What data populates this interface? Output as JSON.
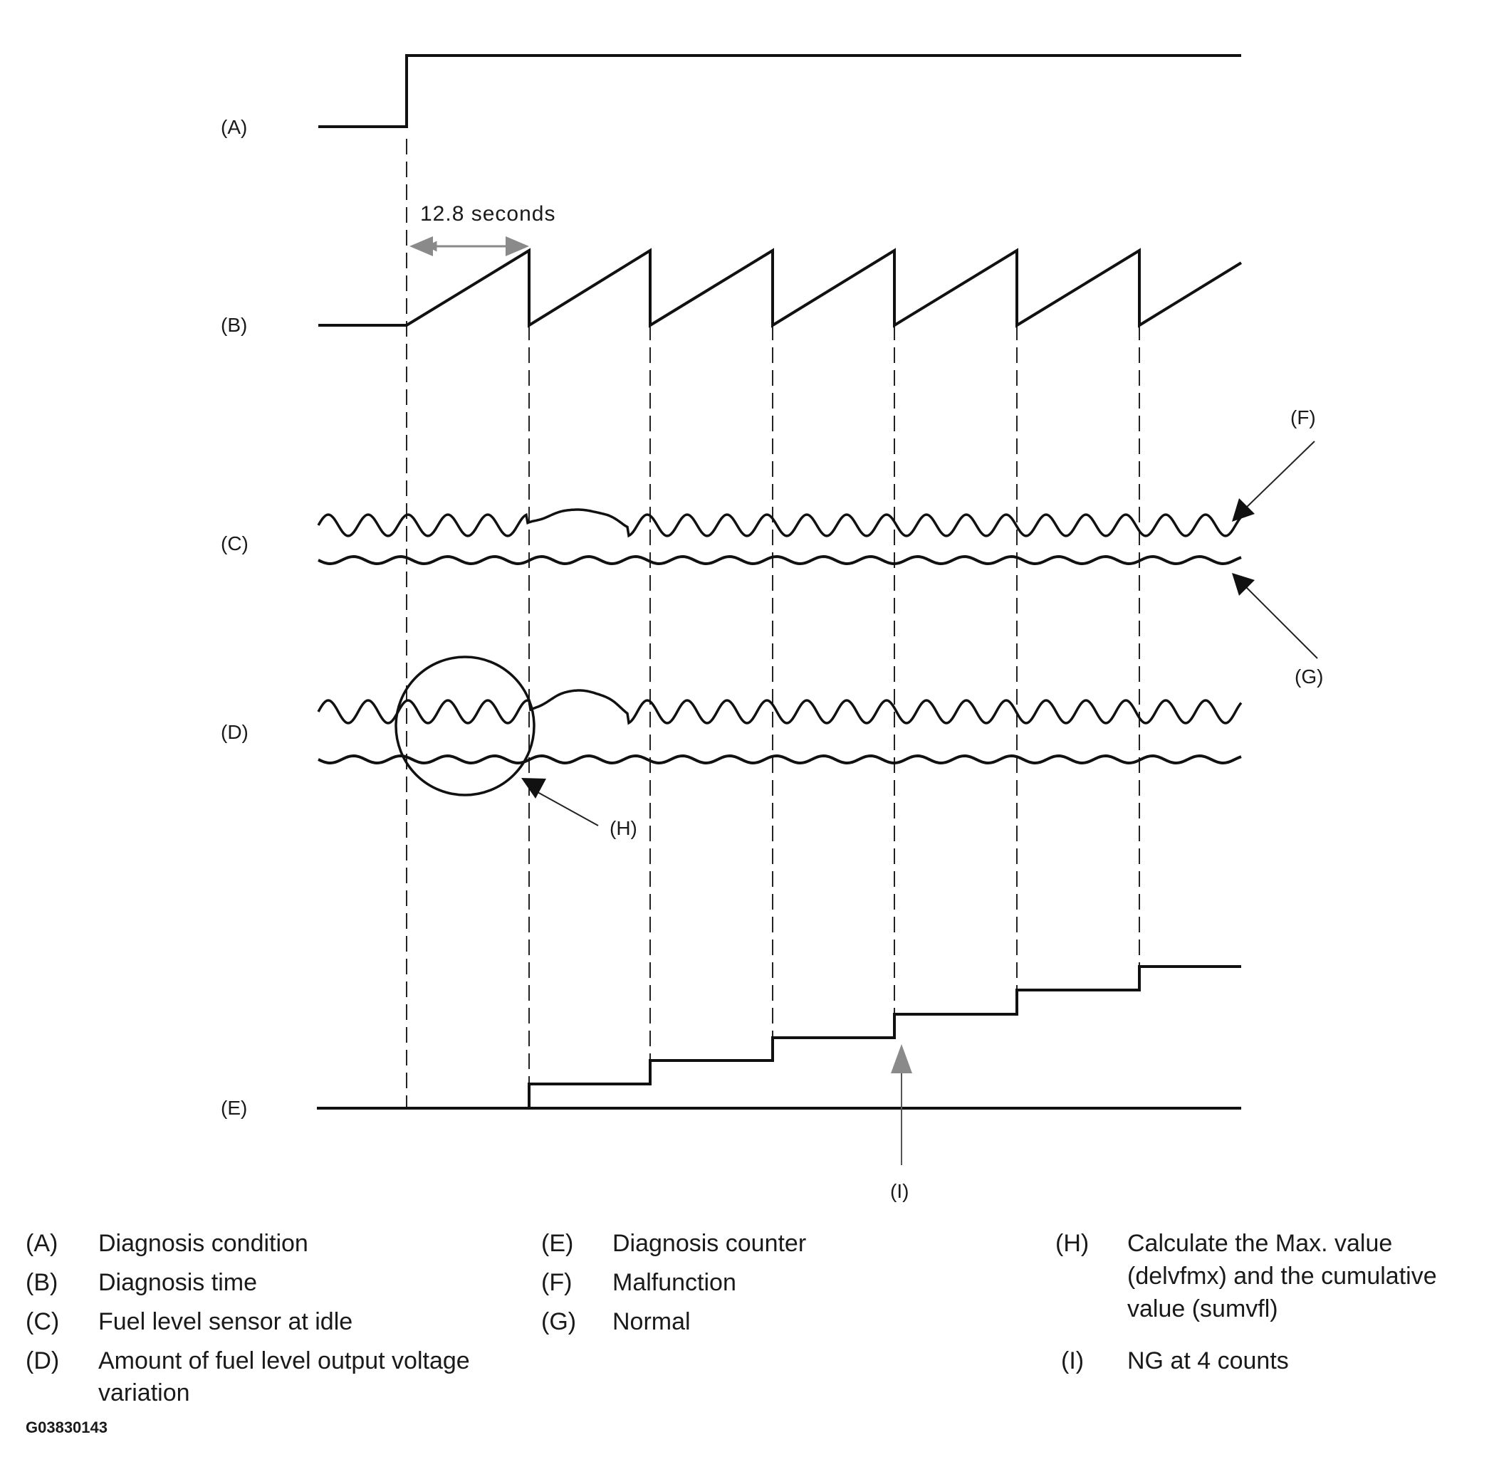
{
  "signals": {
    "a": {
      "label": "(A)"
    },
    "b": {
      "label": "(B)"
    },
    "c": {
      "label": "(C)"
    },
    "d": {
      "label": "(D)"
    },
    "e": {
      "label": "(E)"
    }
  },
  "annotations": {
    "f": "(F)",
    "g": "(G)",
    "h": "(H)",
    "i": "(I)",
    "interval": "12.8 seconds"
  },
  "legend": {
    "col1": [
      {
        "key": "(A)",
        "lines": [
          "Diagnosis condition"
        ]
      },
      {
        "key": "(B)",
        "lines": [
          "Diagnosis time"
        ]
      },
      {
        "key": "(C)",
        "lines": [
          "Fuel level sensor at idle"
        ]
      },
      {
        "key": "(D)",
        "lines": [
          "Amount of fuel level output voltage",
          "variation"
        ]
      }
    ],
    "col2": [
      {
        "key": "(E)",
        "lines": [
          "Diagnosis counter"
        ]
      },
      {
        "key": "(F)",
        "lines": [
          "Malfunction"
        ]
      },
      {
        "key": "(G)",
        "lines": [
          "Normal"
        ]
      }
    ],
    "col3": [
      {
        "key": "(H)",
        "lines": [
          "Calculate the Max. value",
          "(delvfmx) and the cumulative",
          "value (sumvfl)"
        ]
      },
      {
        "key": "(I)",
        "lines": [
          "NG at 4 counts"
        ]
      }
    ]
  },
  "figure_code": "G03830143",
  "colors": {
    "ink": "#111111",
    "arrow_gray": "#8a8a8a"
  }
}
